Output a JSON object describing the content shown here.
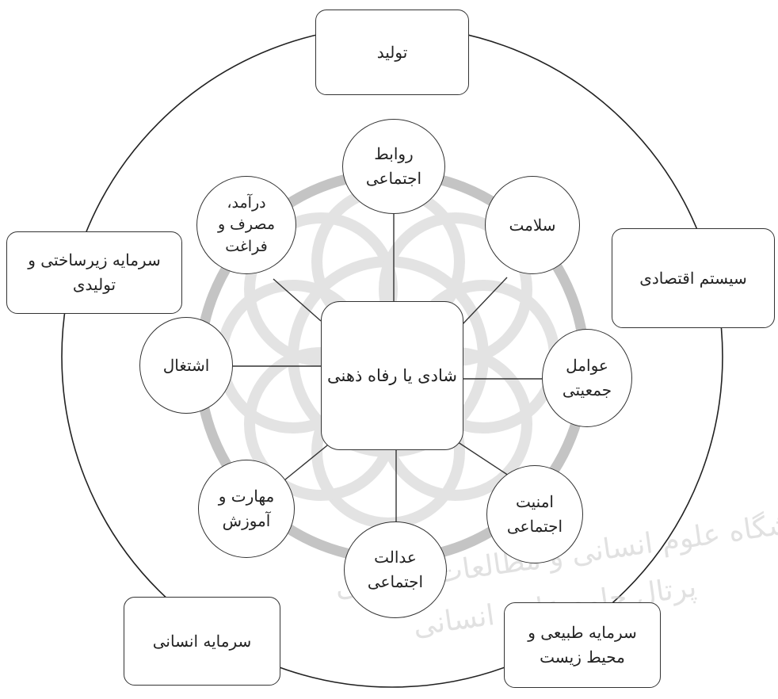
{
  "center": {
    "label": "شادی یا رفاه ذهنی"
  },
  "inner_nodes": {
    "social_relations": "روابط\nاجتماعی",
    "health": "سلامت",
    "demographic_factors": "عوامل\nجمعیتی",
    "social_security": "امنیت\nاجتماعی",
    "social_justice": "عدالت\nاجتماعی",
    "skills_education": "مهارت و\nآموزش",
    "employment": "اشتغال",
    "income_consumption_leisure": "درآمد،\nمصرف و\nفراغت"
  },
  "outer_nodes": {
    "production": "تولید",
    "economic_system": "سیستم اقتصادی",
    "natural_capital": "سرمایه طبیعی و\nمحیط زیست",
    "human_capital": "سرمایه انسانی",
    "infrastructure_capital": "سرمایه زیرساختی و\nتولیدی"
  },
  "watermark": {
    "line1": "پژوهشگاه علوم انسانی و مطالعات فرهنگی",
    "line2": "پرتال جامع علوم انسانی"
  },
  "colors": {
    "ring": "#c4c4c4",
    "line": "#333333",
    "watermark": "#cfcfcf"
  }
}
